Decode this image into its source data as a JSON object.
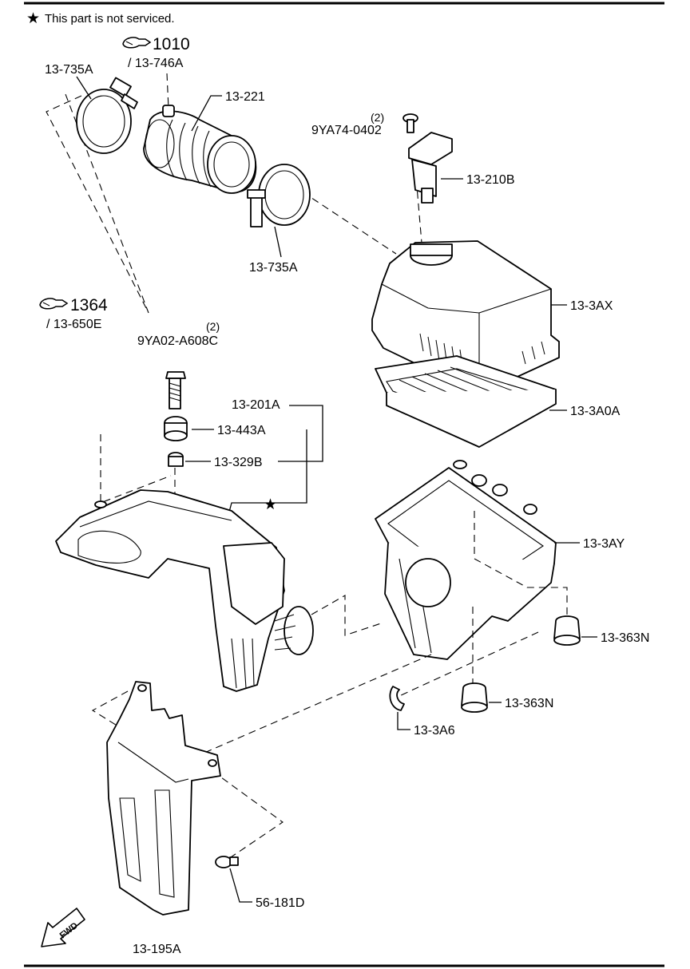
{
  "note": {
    "star": "★",
    "text": "This part is not serviced."
  },
  "refs": {
    "ref_1010": {
      "number": "1010",
      "sub": "/ 13-746A"
    },
    "ref_1364": {
      "number": "1364",
      "sub": "/ 13-650E"
    }
  },
  "labels": {
    "l_13_735A_top": "13-735A",
    "l_13_221": "13-221",
    "l_9YA74": "9YA74-0402",
    "l_9YA74_qty": "(2)",
    "l_13_210B": "13-210B",
    "l_13_735A_bottom": "13-735A",
    "l_13_3AX": "13-3AX",
    "l_9YA02": "9YA02-A608C",
    "l_9YA02_qty": "(2)",
    "l_13_3A0A": "13-3A0A",
    "l_13_201A": "13-201A",
    "l_13_443A": "13-443A",
    "l_13_329B": "13-329B",
    "l_13_3AY": "13-3AY",
    "l_13_363N_right": "13-363N",
    "l_13_363N_center": "13-363N",
    "l_13_3A6": "13-3A6",
    "l_56_181D": "56-181D",
    "l_13_195A": "13-195A",
    "unserviced_star": "★",
    "fwd": "FWD"
  }
}
